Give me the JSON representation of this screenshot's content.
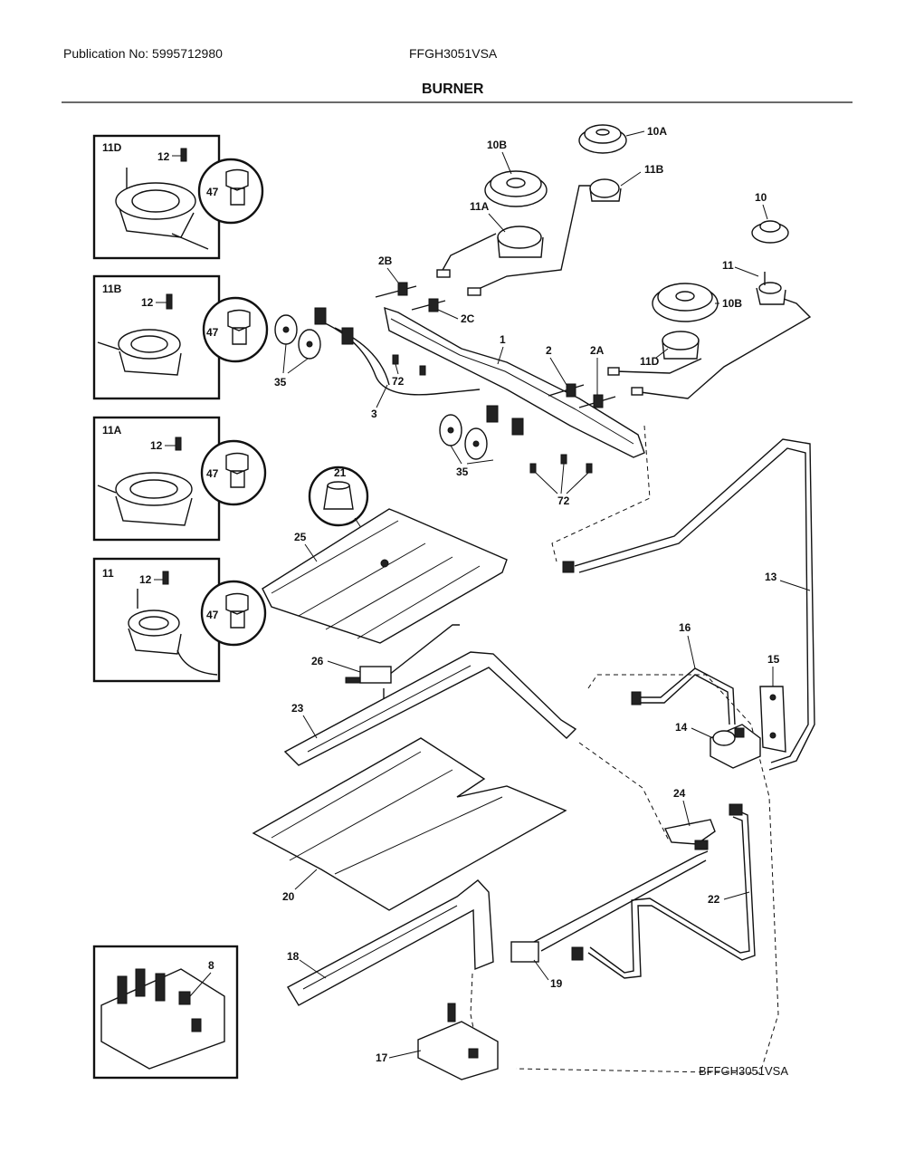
{
  "header": {
    "publication": "Publication No: 5995712980",
    "model": "FFGH3051VSA",
    "title": "BURNER"
  },
  "footer": {
    "code": "BFFGH3051VSA"
  },
  "callouts": {
    "c10A": "10A",
    "c10B_top": "10B",
    "c11B_top": "11B",
    "c11A_top": "11A",
    "c10": "10",
    "c11": "11",
    "c10B_right": "10B",
    "c11D_right": "11D",
    "c2B": "2B",
    "c2C": "2C",
    "c1": "1",
    "c2": "2",
    "c2A": "2A",
    "c35a": "35",
    "c35b": "35",
    "c72a": "72",
    "c72b": "72",
    "c3": "3",
    "c21": "21",
    "c25": "25",
    "c26": "26",
    "c23": "23",
    "c20": "20",
    "c18": "18",
    "c19": "19",
    "c17": "17",
    "c8": "8",
    "c13": "13",
    "c16": "16",
    "c15": "15",
    "c14": "14",
    "c24": "24",
    "c22": "22"
  },
  "insets": {
    "i11D": {
      "title": "11D",
      "screw": "12",
      "cap": "47"
    },
    "i11B": {
      "title": "11B",
      "screw": "12",
      "cap": "47"
    },
    "i11A": {
      "title": "11A",
      "screw": "12",
      "cap": "47"
    },
    "i11": {
      "title": "11",
      "screw": "12",
      "cap": "47"
    }
  }
}
